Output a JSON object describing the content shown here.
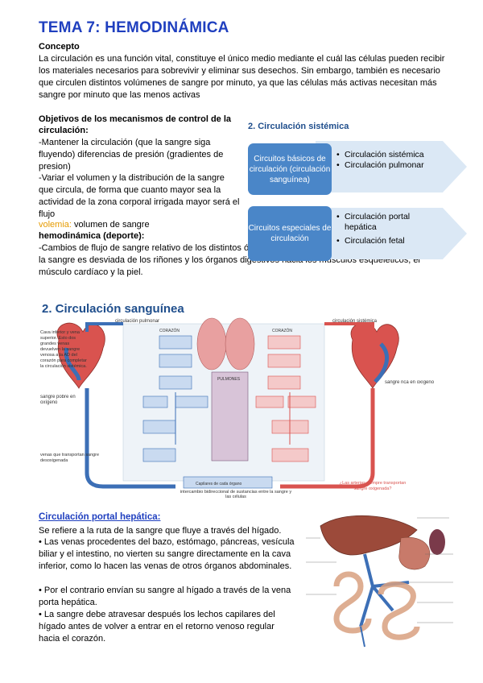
{
  "title": "TEMA 7: HEMODINÁMICA",
  "concepto": {
    "heading": "Concepto",
    "text": "La circulación es una función vital, constituye el único medio mediante el cuál las células pueden recibir los materiales necesarios para sobrevivir y eliminar sus desechos. Sin embargo, también es necesario que circulen distintos volúmenes de sangre por minuto, ya que las células más activas necesitan más sangre por minuto que las menos activas"
  },
  "objetivos": {
    "heading": "Objetivos de los mecanismos de control de la circulación:",
    "item1": "-Mantener la circulación (que la sangre siga fluyendo) diferencias de presión (gradientes de presion)",
    "item2": "-Variar el volumen y la distribución de la sangre que circula, de forma que cuanto mayor sea la actividad de la zona corporal irrigada mayor será el flujo"
  },
  "volemia": {
    "term": "volemia:",
    "definition": " volumen de sangre"
  },
  "hemodinamica": {
    "heading": "hemodinámica (deporte):",
    "text": "-Cambios de flujo de sangre relativo de los distintos órganos durante el ejercicio. Durante el ejercicio, la sangre es desviada de los riñones y los órganos digestivos hacia los músculos esqueléticos, el músculo cardíaco y la piel."
  },
  "sistemica": {
    "title": "2. Circulación sistémica",
    "box1": "Circuitos básicos de circulación (circulación sanguínea)",
    "box1_items": [
      "Circulación sistémica",
      "Circulación pulmonar"
    ],
    "box2": "Circuitos especiales de circulación",
    "box2_items": [
      "Circulación portal hepática",
      "Circulación fetal"
    ]
  },
  "sanguinea": {
    "title": "2. Circulación sanguínea",
    "labels": {
      "pulmonar": "circulación pulmonar",
      "sistemica": "circulación sistémica",
      "corazon": "CORAZÓN",
      "pulmones": "PULMONES",
      "left_note": "Cava inferior y vena superior. Esto dos grandes venas devuelven la sangre venosa a la AD del corazón para completar la circulación sistémica.",
      "sangre_pobre": "sangre pobre en oxígeno",
      "sangre_rica": "sangre rica en oxígeno",
      "venas_desc": "venas que transportan sangre desoxigenada",
      "intercambio": "intercambio bidireccional de sustancias entre la sangre y las células",
      "arterias_note": "¿Las arterias siempre transportan sangre oxigenada?",
      "capilares": "Capilares de cada órgano"
    }
  },
  "portal": {
    "heading": "Circulación portal hepática:",
    "p1": "Se refiere a la ruta de la sangre que fluye a través del hígado.",
    "p2": "• Las venas procedentes del bazo, estómago, páncreas, vesícula biliar y el intestino, no vierten su sangre directamente en la cava inferior, como lo hacen las venas de otros órganos abdominales.",
    "p3": "• Por el contrario envían su sangre al hígado a través de la vena porta hepática.",
    "p4": "• La sangre debe atravesar después los lechos capilares del hígado antes de volver a entrar en el retorno venoso regular hacia el corazón."
  },
  "colors": {
    "title_blue": "#1f3fbf",
    "box_blue": "#4a86c8",
    "arrow_bg": "#dbe8f5",
    "volemia": "#e69b00"
  }
}
